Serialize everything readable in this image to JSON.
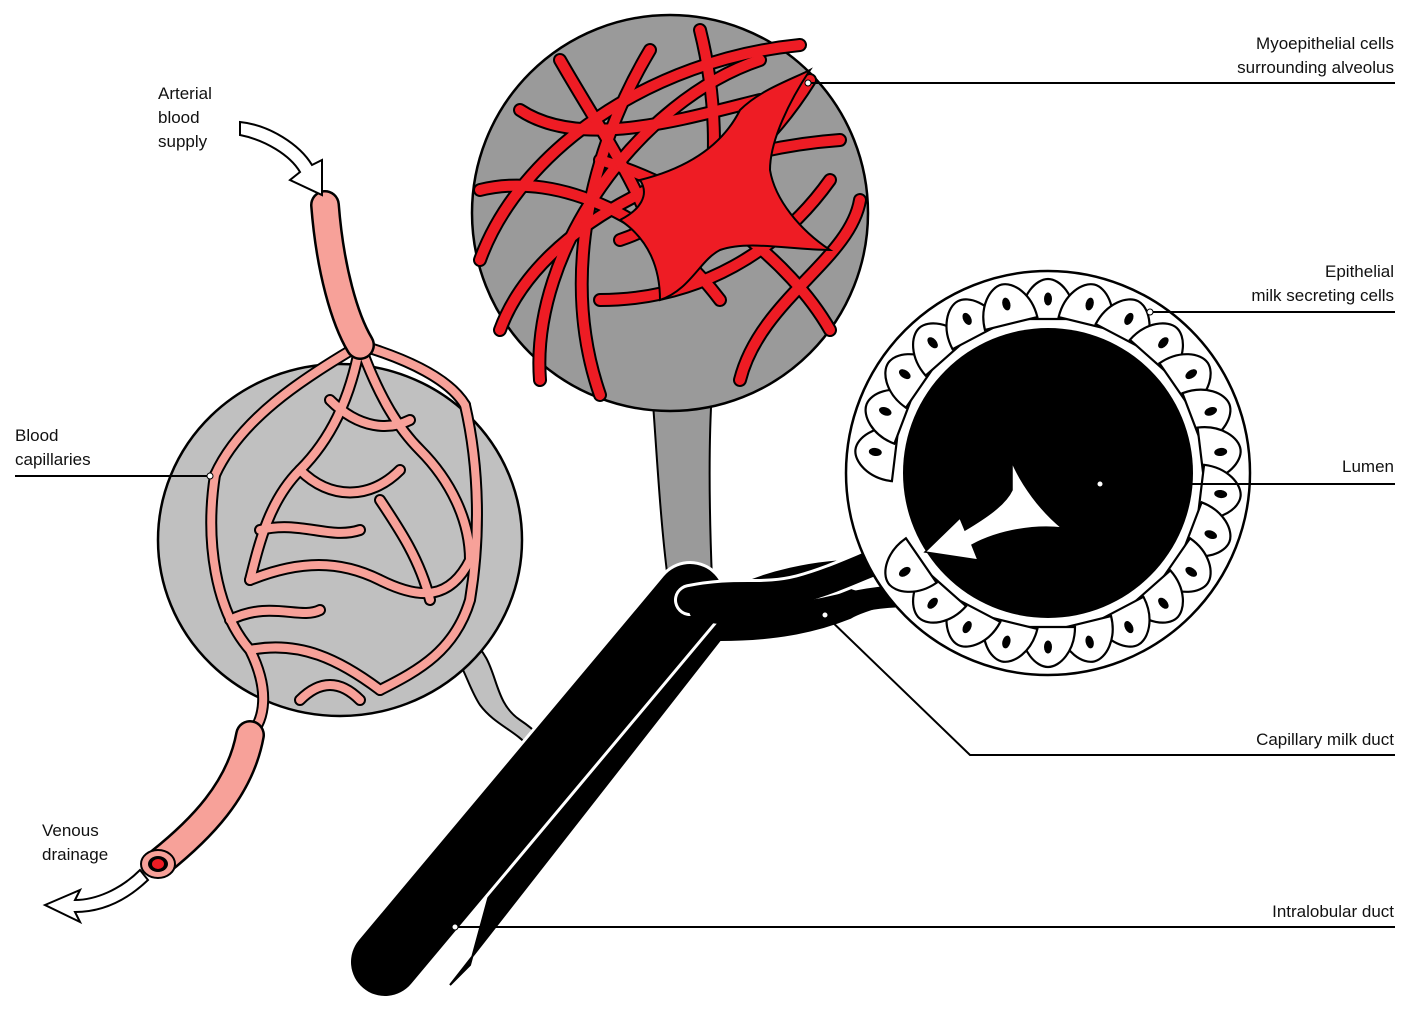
{
  "labels": {
    "arterial": [
      "Arterial",
      "blood",
      "supply"
    ],
    "capillaries": [
      "Blood",
      "capillaries"
    ],
    "venous": [
      "Venous",
      "drainage"
    ],
    "myoepithelial": [
      "Myoepithelial cells",
      "surrounding alveolus"
    ],
    "epithelial": [
      "Epithelial",
      "milk secreting cells"
    ],
    "lumen": "Lumen",
    "capillary_duct": "Capillary milk duct",
    "intralobular_duct": "Intralobular duct"
  },
  "colors": {
    "background": "#ffffff",
    "alveolus_gray": "#9a9a9a",
    "alveolus_light_gray": "#c0c0c0",
    "myoepithelial_red": "#ee1c24",
    "capillary_pink": "#f7a199",
    "duct_black": "#000000",
    "outline": "#000000"
  }
}
